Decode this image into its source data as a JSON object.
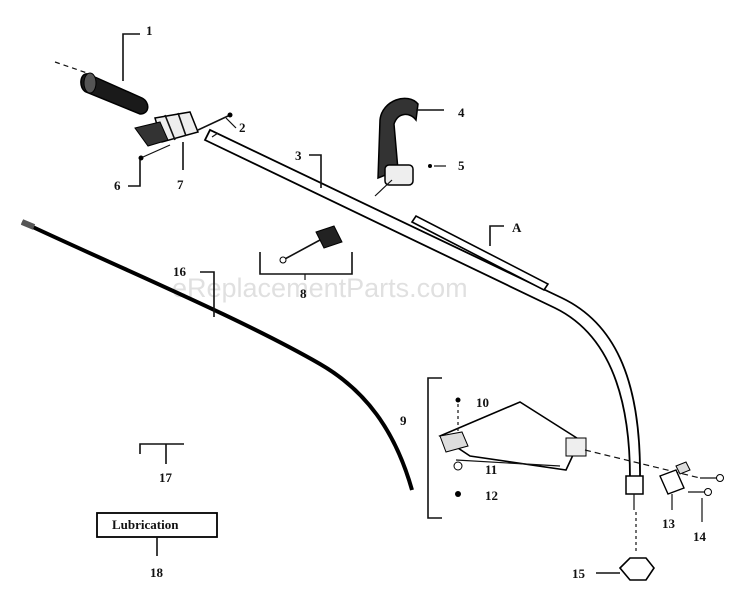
{
  "watermark": "eReplacementParts.com",
  "labels": {
    "p1": "1",
    "p2": "2",
    "p3": "3",
    "p4": "4",
    "p5": "5",
    "p6": "6",
    "p7": "7",
    "p8": "8",
    "p9": "9",
    "p10": "10",
    "p11": "11",
    "p12": "12",
    "p13": "13",
    "p14": "14",
    "p15": "15",
    "p16": "16",
    "p17": "17",
    "p18": "18",
    "pA": "A"
  },
  "lubrication_label": "Lubrication"
}
